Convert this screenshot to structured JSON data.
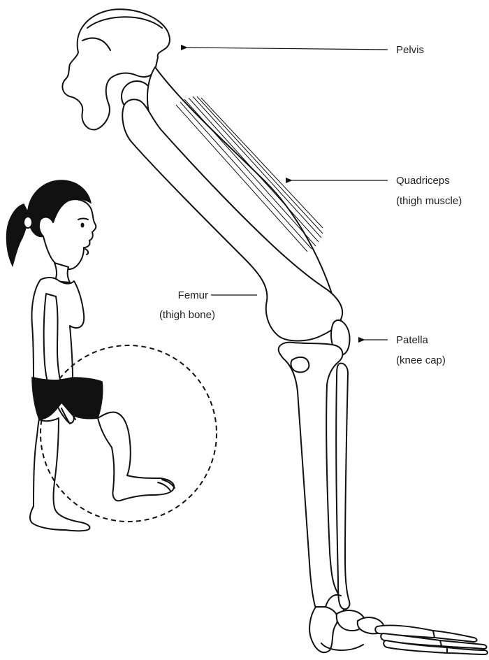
{
  "labels": {
    "pelvis": {
      "line1": "Pelvis"
    },
    "quadriceps": {
      "line1": "Quadriceps",
      "line2": "(thigh muscle)"
    },
    "femur": {
      "line1": "Femur",
      "line2": "(thigh bone)"
    },
    "patella": {
      "line1": "Patella",
      "line2": "(knee cap)"
    }
  },
  "icons": {
    "skeleton": "leg-skeleton-icon",
    "child": "child-figure-icon",
    "highlight": "dashed-circle-highlight"
  },
  "colors": {
    "ink": "#111111",
    "text": "#222222",
    "background": "#ffffff"
  }
}
